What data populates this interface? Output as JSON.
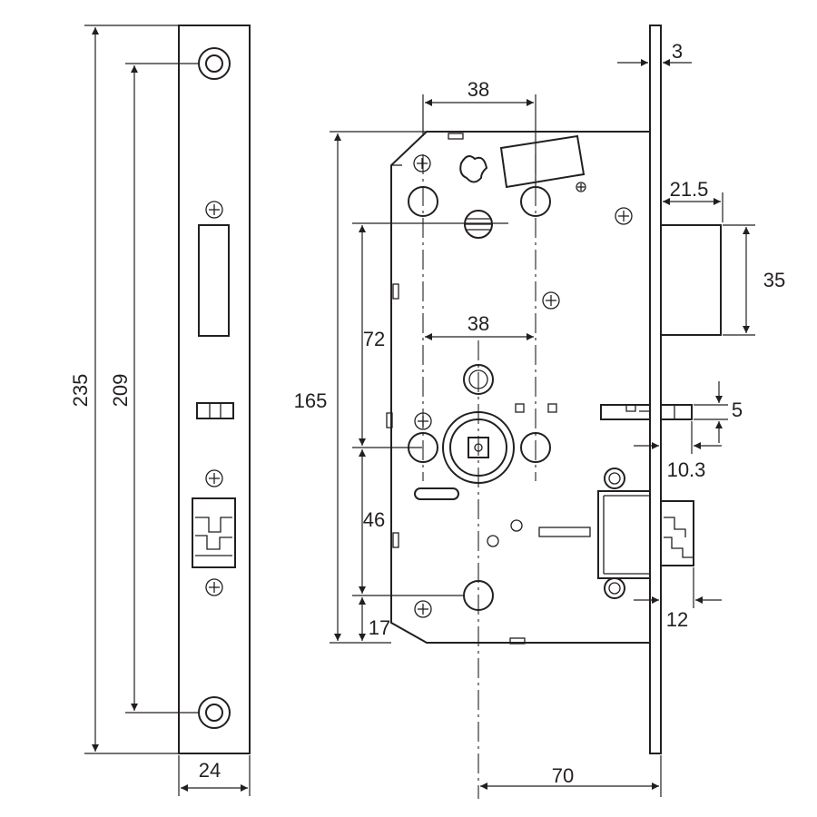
{
  "dimensions": {
    "faceplate_length": "235",
    "screw_hole_spacing": "209",
    "faceplate_width": "24",
    "faceplate_thickness": "3",
    "top_spindle_spacing": "38",
    "latch_projection": "21.5",
    "latch_height": "35",
    "case_height": "165",
    "handle_to_top_spacing": "72",
    "handle_spindle_spacing": "38",
    "deadbolt_slot_height": "5",
    "deadbolt_offset": "10.3",
    "handle_to_cylinder": "46",
    "cylinder_to_bottom": "17",
    "bolt_projection": "12",
    "backset": "70"
  },
  "colors": {
    "line": "#231f20",
    "background": "#ffffff"
  }
}
